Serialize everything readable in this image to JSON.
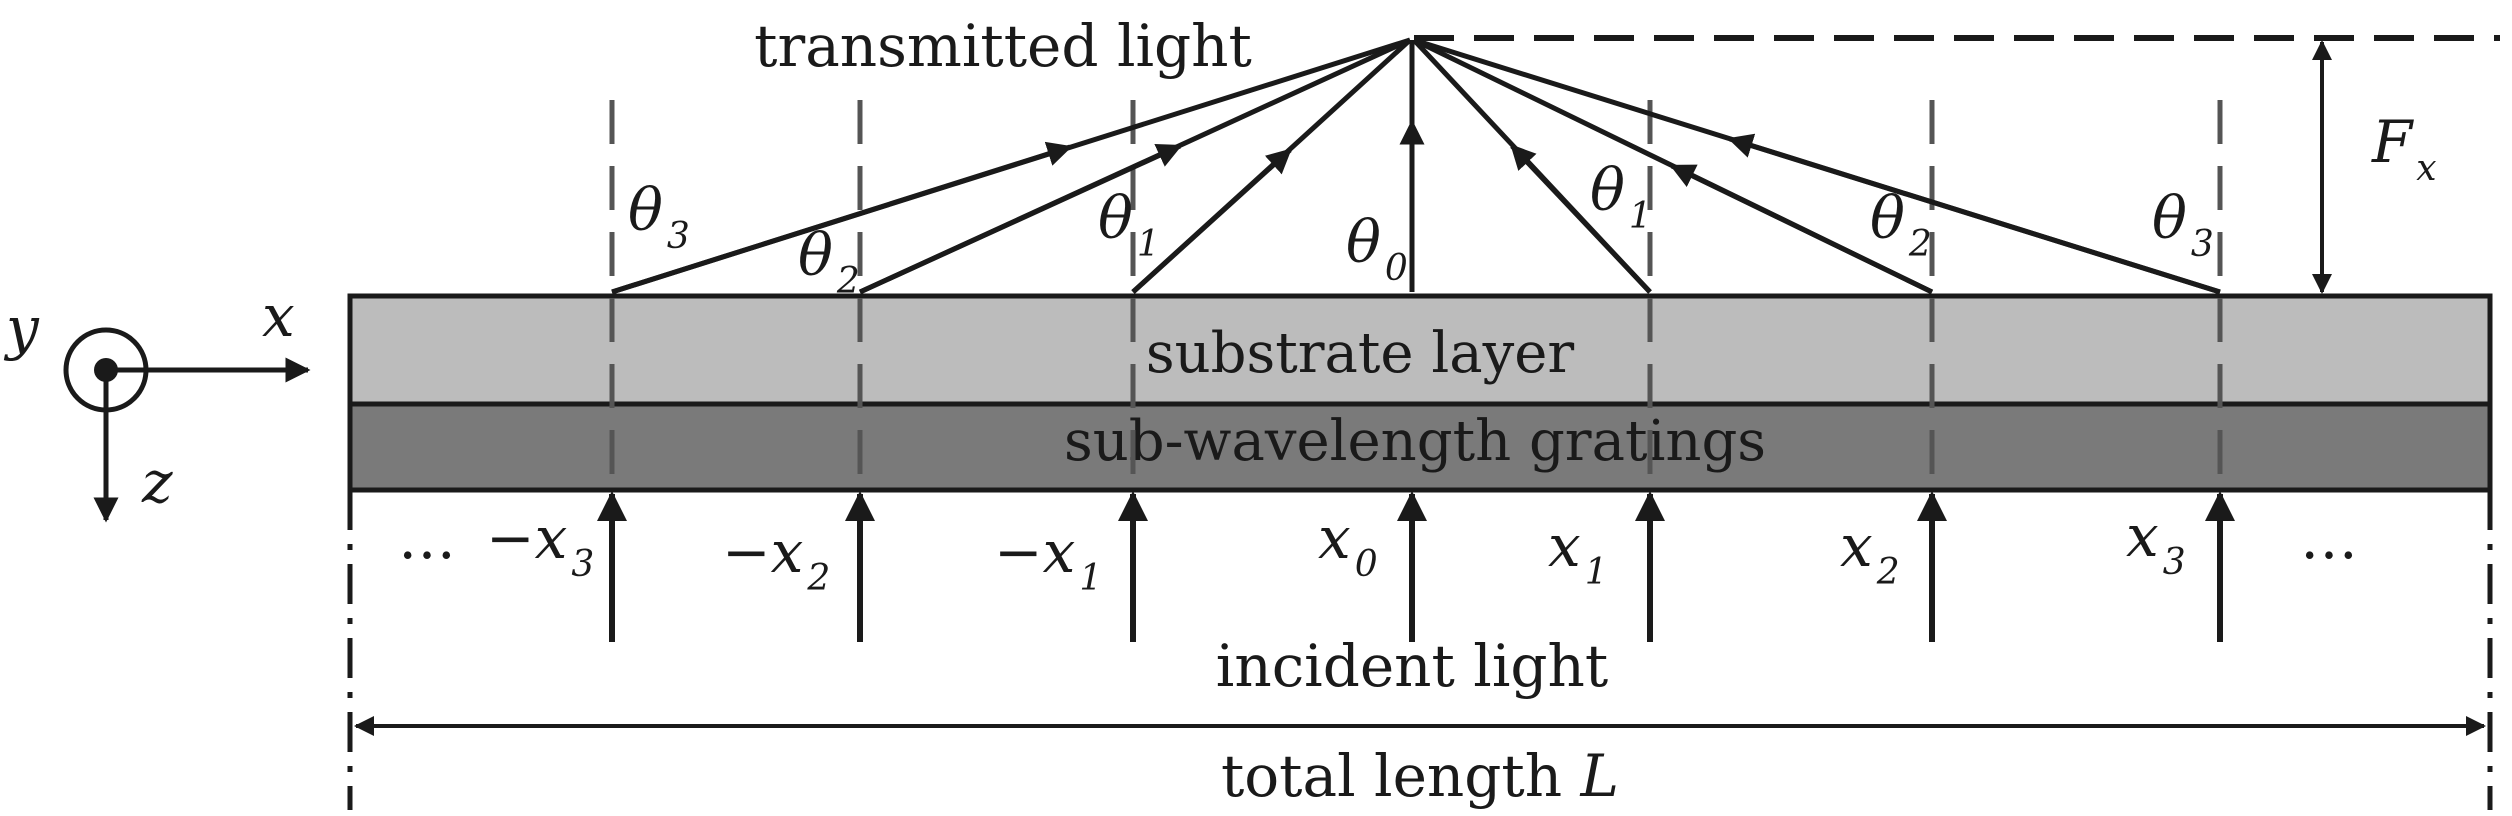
{
  "labels": {
    "transmitted": "transmitted light",
    "incident": "incident light",
    "substrate": "substrate layer",
    "gratings": "sub-wavelength gratings",
    "total_length": "total length ",
    "total_length_symbol": "L",
    "focal_symbol": "F",
    "focal_sub": "x",
    "axis_x": "x",
    "axis_y": "y",
    "axis_z": "z",
    "ellipsis_left": "…",
    "ellipsis_right": "…"
  },
  "positions": [
    {
      "sign": "−",
      "sym": "x",
      "sub": "3"
    },
    {
      "sign": "−",
      "sym": "x",
      "sub": "2"
    },
    {
      "sign": "−",
      "sym": "x",
      "sub": "1"
    },
    {
      "sign": "",
      "sym": "x",
      "sub": "0"
    },
    {
      "sign": "",
      "sym": "x",
      "sub": "1"
    },
    {
      "sign": "",
      "sym": "x",
      "sub": "2"
    },
    {
      "sign": "",
      "sym": "x",
      "sub": "3"
    }
  ],
  "angles": [
    {
      "sym": "θ",
      "sub": "3"
    },
    {
      "sym": "θ",
      "sub": "2"
    },
    {
      "sym": "θ",
      "sub": "1"
    },
    {
      "sym": "θ",
      "sub": "0"
    },
    {
      "sym": "θ",
      "sub": "1"
    },
    {
      "sym": "θ",
      "sub": "2"
    },
    {
      "sym": "θ",
      "sub": "3"
    }
  ],
  "colors": {
    "substrate": "#bcbcbc",
    "gratings": "#7a7a7a",
    "ink": "#1a1a1a",
    "dash": "#555555"
  }
}
